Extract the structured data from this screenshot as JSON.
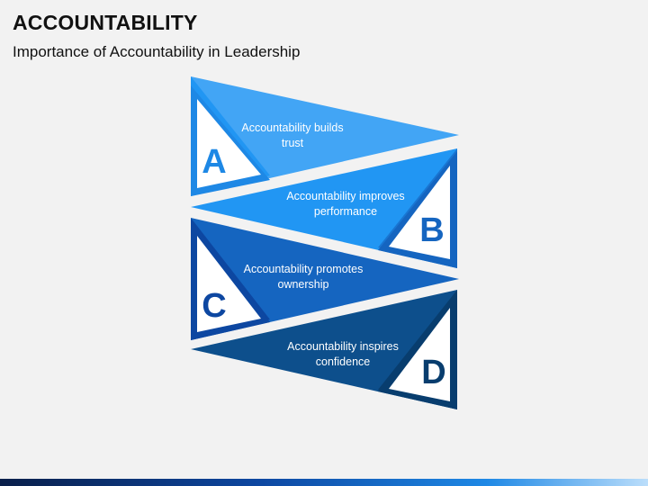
{
  "slide": {
    "title": "ACCOUNTABILITY",
    "subtitle": "Importance of Accountability in Leadership"
  },
  "steps": [
    {
      "letter": "A",
      "lines": [
        "Accountability builds",
        "trust"
      ],
      "color": "#42a5f5",
      "shade": "#2196f3",
      "border": "#1e88e5"
    },
    {
      "letter": "B",
      "lines": [
        "Accountability improves",
        "performance"
      ],
      "color": "#2196f3",
      "shade": "#1976d2",
      "border": "#1565c0"
    },
    {
      "letter": "C",
      "lines": [
        "Accountability promotes",
        "ownership"
      ],
      "color": "#1565c0",
      "shade": "#0d47a1",
      "border": "#0d47a1"
    },
    {
      "letter": "D",
      "lines": [
        "Accountability inspires",
        "confidence"
      ],
      "color": "#0d4f8c",
      "shade": "#083d6e",
      "border": "#083d6e"
    }
  ]
}
